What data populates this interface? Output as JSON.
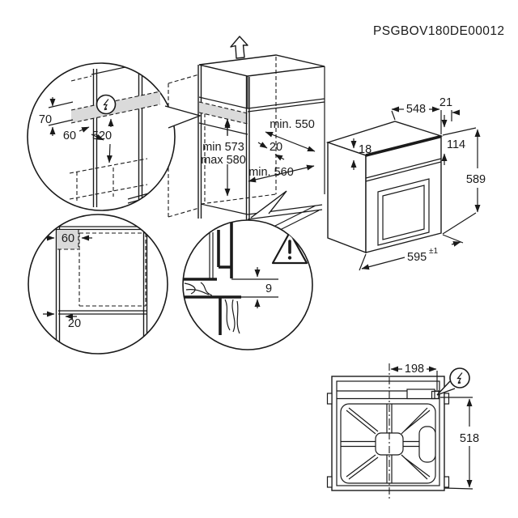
{
  "title": "PSGBOV180DE00012",
  "colors": {
    "line": "#1a1a1a",
    "shade": "#dadada",
    "background": "#ffffff"
  },
  "cabinet": {
    "d550": "min. 550",
    "d573": "min 573",
    "d580": "max 580",
    "d20": "20",
    "d560": "min. 560"
  },
  "elec": {
    "d70": "70",
    "d60": "60",
    "d520": "520"
  },
  "front": {
    "d60": "60",
    "d20": "20"
  },
  "gap": {
    "d9": "9"
  },
  "oven": {
    "d548": "548",
    "d21": "21",
    "d18": "18",
    "d114": "114",
    "d589": "589",
    "d595": "595",
    "tol": "±1"
  },
  "rear": {
    "d198": "198",
    "d518": "518"
  },
  "icons": {
    "electrical": "lightning-in-circle",
    "warning": "exclamation-triangle",
    "airflow": "hollow-up-arrow"
  }
}
